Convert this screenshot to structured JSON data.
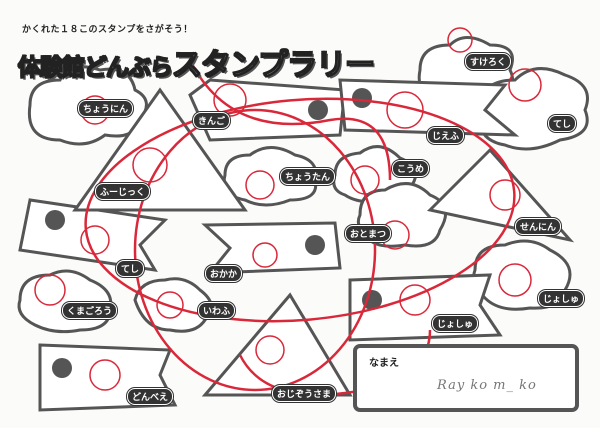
{
  "header": {
    "subtitle": "かくれた１８このスタンプをさがそう！",
    "title_prefix": "体験館どんぶら",
    "title_main": "スタンプラリー"
  },
  "stamps": [
    "ちょうにん",
    "きんご",
    "ふーじっく",
    "ちょうたん",
    "じえふ",
    "すけろく",
    "てし",
    "こうめ",
    "おとまつ",
    "せんにん",
    "てし",
    "おかか",
    "じょしゅ",
    "じょしゅ",
    "くまごろう",
    "いわふ",
    "どんべえ",
    "おじぞうさま"
  ],
  "name_box": {
    "label": "なまえ",
    "signature": "Ray ko m_ ko"
  },
  "colors": {
    "stamp_red": "#d9283a",
    "outline": "#444444"
  }
}
